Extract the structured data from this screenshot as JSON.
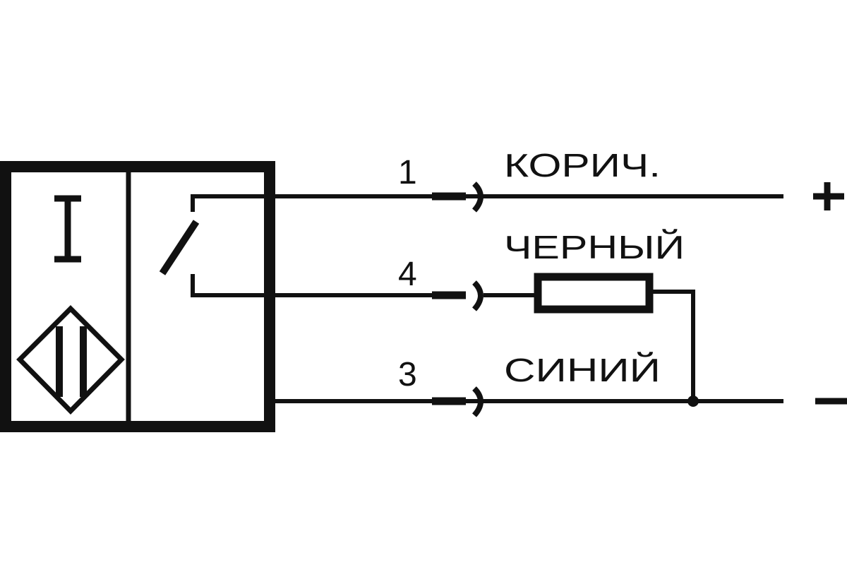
{
  "sensor": {
    "symbol": "I"
  },
  "wires": [
    {
      "pin": "1",
      "color_name": "КОРИЧ.",
      "terminal": "+"
    },
    {
      "pin": "4",
      "color_name": "ЧЕРНЫЙ",
      "terminal": ""
    },
    {
      "pin": "3",
      "color_name": "СИНИЙ",
      "terminal": "-"
    }
  ],
  "colors": {
    "ink": "#111111",
    "background": "#ffffff"
  }
}
